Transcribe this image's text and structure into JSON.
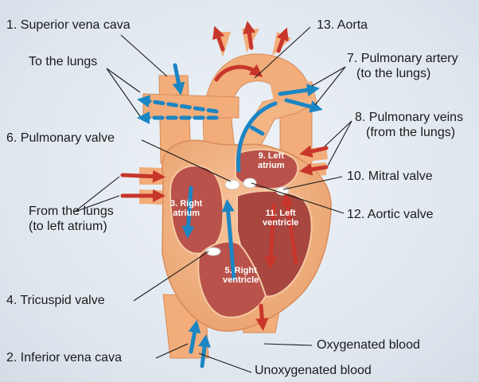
{
  "labels": {
    "superior_vena_cava": "1. Superior vena cava",
    "to_the_lungs": "To the lungs",
    "aorta": "13. Aorta",
    "pulmonary_artery": [
      "7. Pulmonary artery",
      "(to the lungs)"
    ],
    "pulmonary_veins": [
      "8. Pulmonary veins",
      "(from the lungs)"
    ],
    "pulmonary_valve": "6. Pulmonary valve",
    "mitral_valve": "10. Mitral valve",
    "from_the_lungs": [
      "From the lungs",
      "(to left atrium)"
    ],
    "aortic_valve": "12. Aortic valve",
    "tricuspid_valve": "4. Tricuspid valve",
    "inferior_vena_cava": "2. Inferior vena cava",
    "oxygenated_blood": "Oxygenated blood",
    "unoxygenated_blood": "Unoxygenated blood"
  },
  "inner_labels": {
    "left_atrium": [
      "9. Left",
      "atrium"
    ],
    "right_atrium": [
      "3. Right",
      "atrium"
    ],
    "left_ventricle": [
      "11. Left",
      "ventricle"
    ],
    "right_ventricle": [
      "5. Right",
      "ventricle"
    ]
  },
  "colors": {
    "heart_outer": "#f3b07c",
    "heart_wall": "#e39a6a",
    "chamber": "#b9524a",
    "chamber_inner": "#9e3d36",
    "oxygenated_arrow": "#c8362b",
    "unoxygenated_arrow": "#1b86c4",
    "leader_line": "#1a1a1a"
  },
  "icons": [
    "oxygenated-arrow-icon",
    "unoxygenated-arrow-icon"
  ]
}
